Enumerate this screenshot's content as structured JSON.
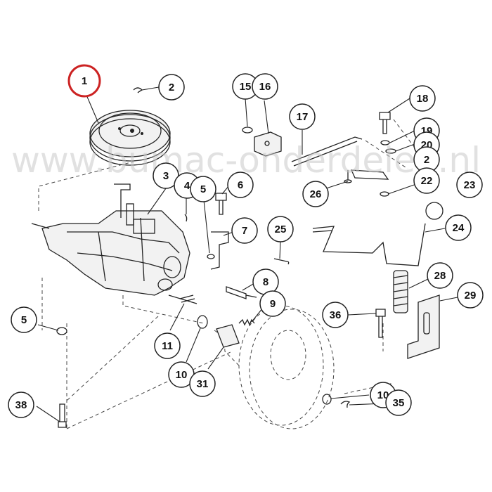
{
  "watermark": "www.bumac-onderdelen.nl",
  "colors": {
    "highlight": "#cc2222",
    "line": "#222222",
    "watermark": "#c9c9c9"
  },
  "callouts": [
    {
      "id": "c1",
      "label": "1",
      "highlight": true
    },
    {
      "id": "c2",
      "label": "2"
    },
    {
      "id": "c15",
      "label": "15"
    },
    {
      "id": "c16",
      "label": "16"
    },
    {
      "id": "c18",
      "label": "18"
    },
    {
      "id": "c17",
      "label": "17"
    },
    {
      "id": "c19",
      "label": "19"
    },
    {
      "id": "c20",
      "label": "20"
    },
    {
      "id": "c2b",
      "label": "2"
    },
    {
      "id": "c3",
      "label": "3"
    },
    {
      "id": "c4",
      "label": "4"
    },
    {
      "id": "c5a",
      "label": "5"
    },
    {
      "id": "c6",
      "label": "6"
    },
    {
      "id": "c26",
      "label": "26"
    },
    {
      "id": "c22",
      "label": "22"
    },
    {
      "id": "c23",
      "label": "23"
    },
    {
      "id": "c7",
      "label": "7"
    },
    {
      "id": "c25",
      "label": "25"
    },
    {
      "id": "c24",
      "label": "24"
    },
    {
      "id": "c8",
      "label": "8"
    },
    {
      "id": "c28",
      "label": "28"
    },
    {
      "id": "c9",
      "label": "9"
    },
    {
      "id": "c29",
      "label": "29"
    },
    {
      "id": "c5b",
      "label": "5"
    },
    {
      "id": "c36",
      "label": "36"
    },
    {
      "id": "c11",
      "label": "11"
    },
    {
      "id": "c10a",
      "label": "10"
    },
    {
      "id": "c31",
      "label": "31"
    },
    {
      "id": "c10b",
      "label": "10"
    },
    {
      "id": "c35",
      "label": "35"
    },
    {
      "id": "c38",
      "label": "38"
    }
  ]
}
